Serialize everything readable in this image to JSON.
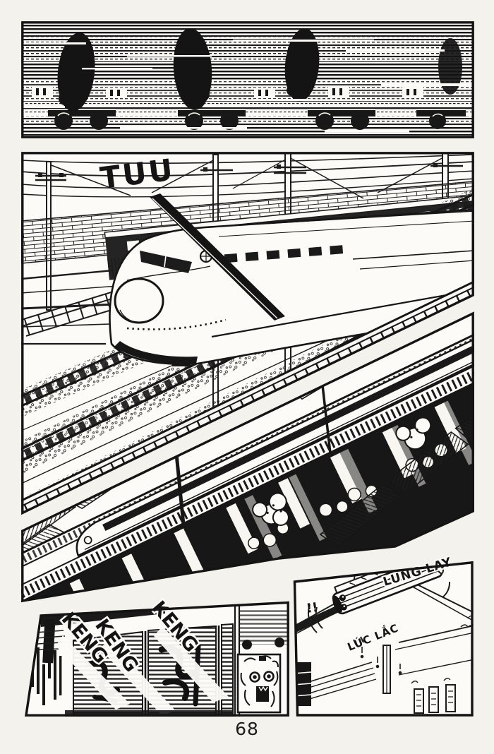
{
  "page": {
    "number": "68"
  },
  "colors": {
    "ink": "#1a1a1a",
    "paper": "#fbfaf6",
    "background": "#f4f2ec"
  },
  "sfx": {
    "horn": "TUU",
    "clatter": [
      "KENG",
      "KENG",
      "KENG"
    ],
    "sway_large": "LUNG LAY",
    "sway_small": "LÚC LẮC",
    "exclaim": "!!"
  }
}
